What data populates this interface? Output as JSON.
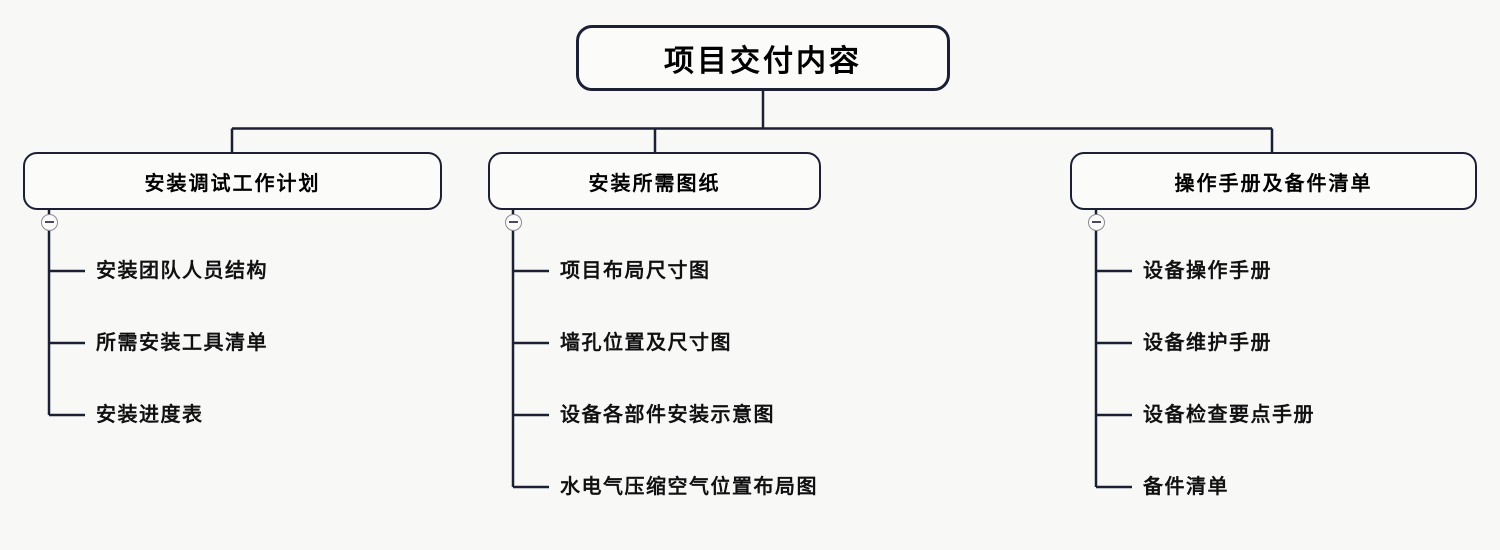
{
  "diagram": {
    "type": "tree-mindmap",
    "title": "项目交付内容",
    "background_color": "#f8f8f7",
    "stroke_color": "#1b2035",
    "text_color": "#111111",
    "root": {
      "label": "项目交付内容"
    },
    "branches": [
      {
        "label": "安装调试工作计划",
        "toggle_icon": "collapse-minus-icon",
        "children": [
          {
            "label": "安装团队人员结构"
          },
          {
            "label": "所需安装工具清单"
          },
          {
            "label": "安装进度表"
          }
        ]
      },
      {
        "label": "安装所需图纸",
        "toggle_icon": "collapse-minus-icon",
        "children": [
          {
            "label": "项目布局尺寸图"
          },
          {
            "label": "墙孔位置及尺寸图"
          },
          {
            "label": "设备各部件安装示意图"
          },
          {
            "label": "水电气压缩空气位置布局图"
          }
        ]
      },
      {
        "label": "操作手册及备件清单",
        "toggle_icon": "collapse-minus-icon",
        "children": [
          {
            "label": "设备操作手册"
          },
          {
            "label": "设备维护手册"
          },
          {
            "label": "设备检查要点手册"
          },
          {
            "label": "备件清单"
          }
        ]
      }
    ]
  }
}
